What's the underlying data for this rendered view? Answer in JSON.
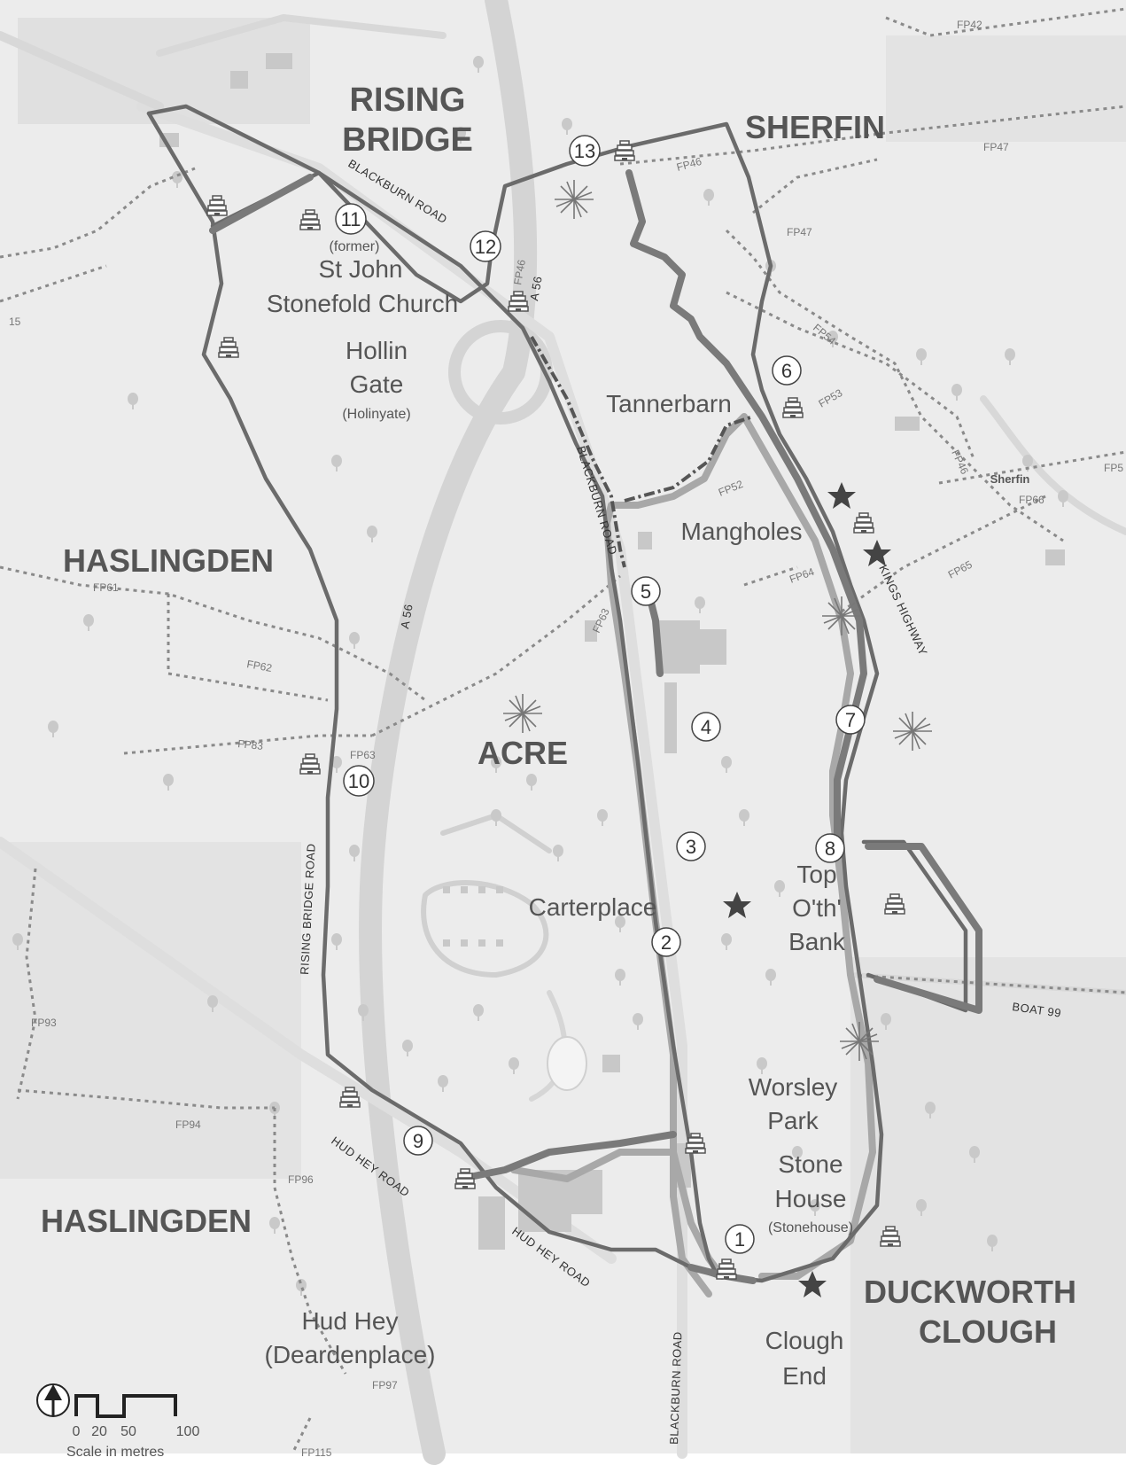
{
  "places": {
    "rising": "RISING",
    "bridge": "BRIDGE",
    "sherfin": "SHERFIN",
    "haslingden_mid": "HASLINGDEN",
    "haslingden_low": "HASLINGDEN",
    "acre": "ACRE",
    "duckworth": "DUCKWORTH",
    "clough": "CLOUGH",
    "former": "(former)",
    "st_john": "St John",
    "stonefold_church": "Stonefold Church",
    "hollin": "Hollin",
    "gate": "Gate",
    "holinyate": "(Holinyate)",
    "tannerbarn": "Tannerbarn",
    "mangholes": "Mangholes",
    "carterplace": "Carterplace",
    "top": "Top",
    "oth": "O'th'",
    "bank": "Bank",
    "worsley": "Worsley",
    "park": "Park",
    "stone": "Stone",
    "house": "House",
    "stonehouse": "(Stonehouse)",
    "clough_end_1": "Clough",
    "clough_end_2": "End",
    "hud_hey": "Hud Hey",
    "deardenplace": "(Deardenplace)",
    "sherfin_small": "Sherfin"
  },
  "roads": {
    "blackburn_road_top": "BLACKBURN ROAD",
    "blackburn_road_mid": "BLACKBURN ROAD",
    "blackburn_road_bottom": "BLACKBURN ROAD",
    "a56_top": "A 56",
    "a56_mid": "A 56",
    "kings_highway": "KINGS HIGHWAY",
    "rising_bridge_road": "RISING BRIDGE ROAD",
    "hud_hey_road_1": "HUD HEY ROAD",
    "hud_hey_road_2": "HUD HEY ROAD",
    "boat99": "BOAT 99"
  },
  "footpaths": {
    "fp42": "FP42",
    "fp46a": "FP46",
    "fp46b": "FP46",
    "fp47a": "FP47",
    "fp47b": "FP47",
    "fp54": "FP54",
    "fp53": "FP53",
    "fp46c": "FP46",
    "fp5": "FP5",
    "fp66": "FP66",
    "fp52": "FP52",
    "fp64": "FP64",
    "fp65": "FP65",
    "fp61": "FP61",
    "fp62": "FP62",
    "fp63a": "FP63",
    "fp63b": "FP63",
    "fp83": "FP83",
    "fp93": "FP93",
    "fp94": "FP94",
    "fp96": "FP96",
    "fp97": "FP97",
    "fp115": "FP115",
    "fp15": "15"
  },
  "checkpoints": [
    "1",
    "2",
    "3",
    "4",
    "5",
    "6",
    "7",
    "8",
    "9",
    "10",
    "11",
    "12",
    "13"
  ],
  "scale": {
    "ticks": [
      "0",
      "20",
      "50",
      "100"
    ],
    "label": "Scale in metres"
  },
  "icons": {
    "north_arrow": "north-arrow-icon",
    "beehive": "beehive-icon",
    "star": "star-icon",
    "windmill": "windmill-icon"
  },
  "colors": {
    "route_dark": "#6b6b6b",
    "route_light": "#a8a8a8",
    "road_fill": "#dcdcdc",
    "background": "#ececec",
    "label": "#555555"
  }
}
